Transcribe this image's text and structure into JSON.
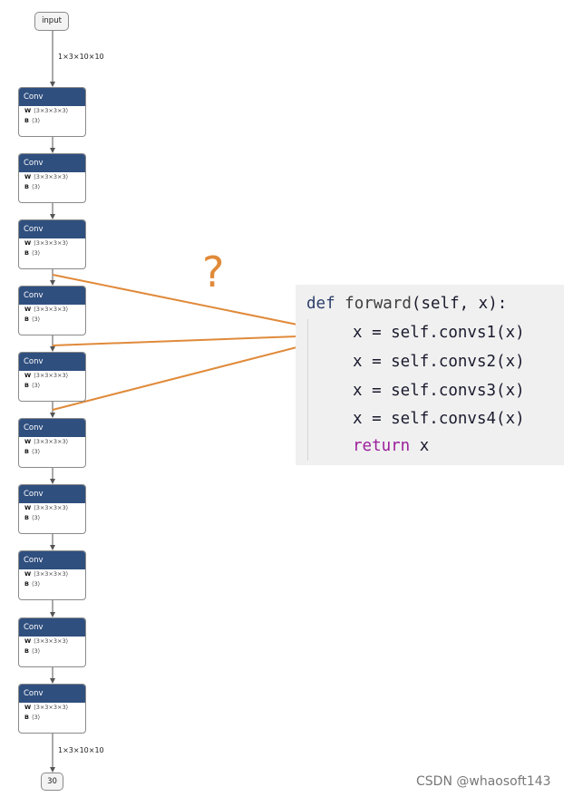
{
  "input_node": {
    "label": "input"
  },
  "output_node": {
    "label": "30"
  },
  "edge_labels": {
    "top": "1×3×10×10",
    "bottom": "1×3×10×10"
  },
  "conv_nodes": [
    {
      "title": "Conv",
      "w_key": "W",
      "w_shape": "⟨3×3×3×3⟩",
      "b_key": "B",
      "b_shape": "⟨3⟩"
    },
    {
      "title": "Conv",
      "w_key": "W",
      "w_shape": "⟨3×3×3×3⟩",
      "b_key": "B",
      "b_shape": "⟨3⟩"
    },
    {
      "title": "Conv",
      "w_key": "W",
      "w_shape": "⟨3×3×3×3⟩",
      "b_key": "B",
      "b_shape": "⟨3⟩"
    },
    {
      "title": "Conv",
      "w_key": "W",
      "w_shape": "⟨3×3×3×3⟩",
      "b_key": "B",
      "b_shape": "⟨3⟩"
    },
    {
      "title": "Conv",
      "w_key": "W",
      "w_shape": "⟨3×3×3×3⟩",
      "b_key": "B",
      "b_shape": "⟨3⟩"
    },
    {
      "title": "Conv",
      "w_key": "W",
      "w_shape": "⟨3×3×3×3⟩",
      "b_key": "B",
      "b_shape": "⟨3⟩"
    },
    {
      "title": "Conv",
      "w_key": "W",
      "w_shape": "⟨3×3×3×3⟩",
      "b_key": "B",
      "b_shape": "⟨3⟩"
    },
    {
      "title": "Conv",
      "w_key": "W",
      "w_shape": "⟨3×3×3×3⟩",
      "b_key": "B",
      "b_shape": "⟨3⟩"
    },
    {
      "title": "Conv",
      "w_key": "W",
      "w_shape": "⟨3×3×3×3⟩",
      "b_key": "B",
      "b_shape": "⟨3⟩"
    },
    {
      "title": "Conv",
      "w_key": "W",
      "w_shape": "⟨3×3×3×3⟩",
      "b_key": "B",
      "b_shape": "⟨3⟩"
    }
  ],
  "annotation": {
    "question": "?"
  },
  "code": {
    "def_kw": "def",
    "fn_name": "forward",
    "signature": "(self, x):",
    "lines": [
      "x = self.convs1(x)",
      "x = self.convs2(x)",
      "x = self.convs3(x)",
      "x = self.convs4(x)"
    ],
    "return_kw": "return",
    "return_val": " x"
  },
  "watermark": "CSDN @whaosoft143",
  "colors": {
    "conv_header": "#2f4f7f",
    "arrow": "#e08a3a",
    "code_bg": "#f0f0f0",
    "return_keyword": "#9b1f9b"
  }
}
